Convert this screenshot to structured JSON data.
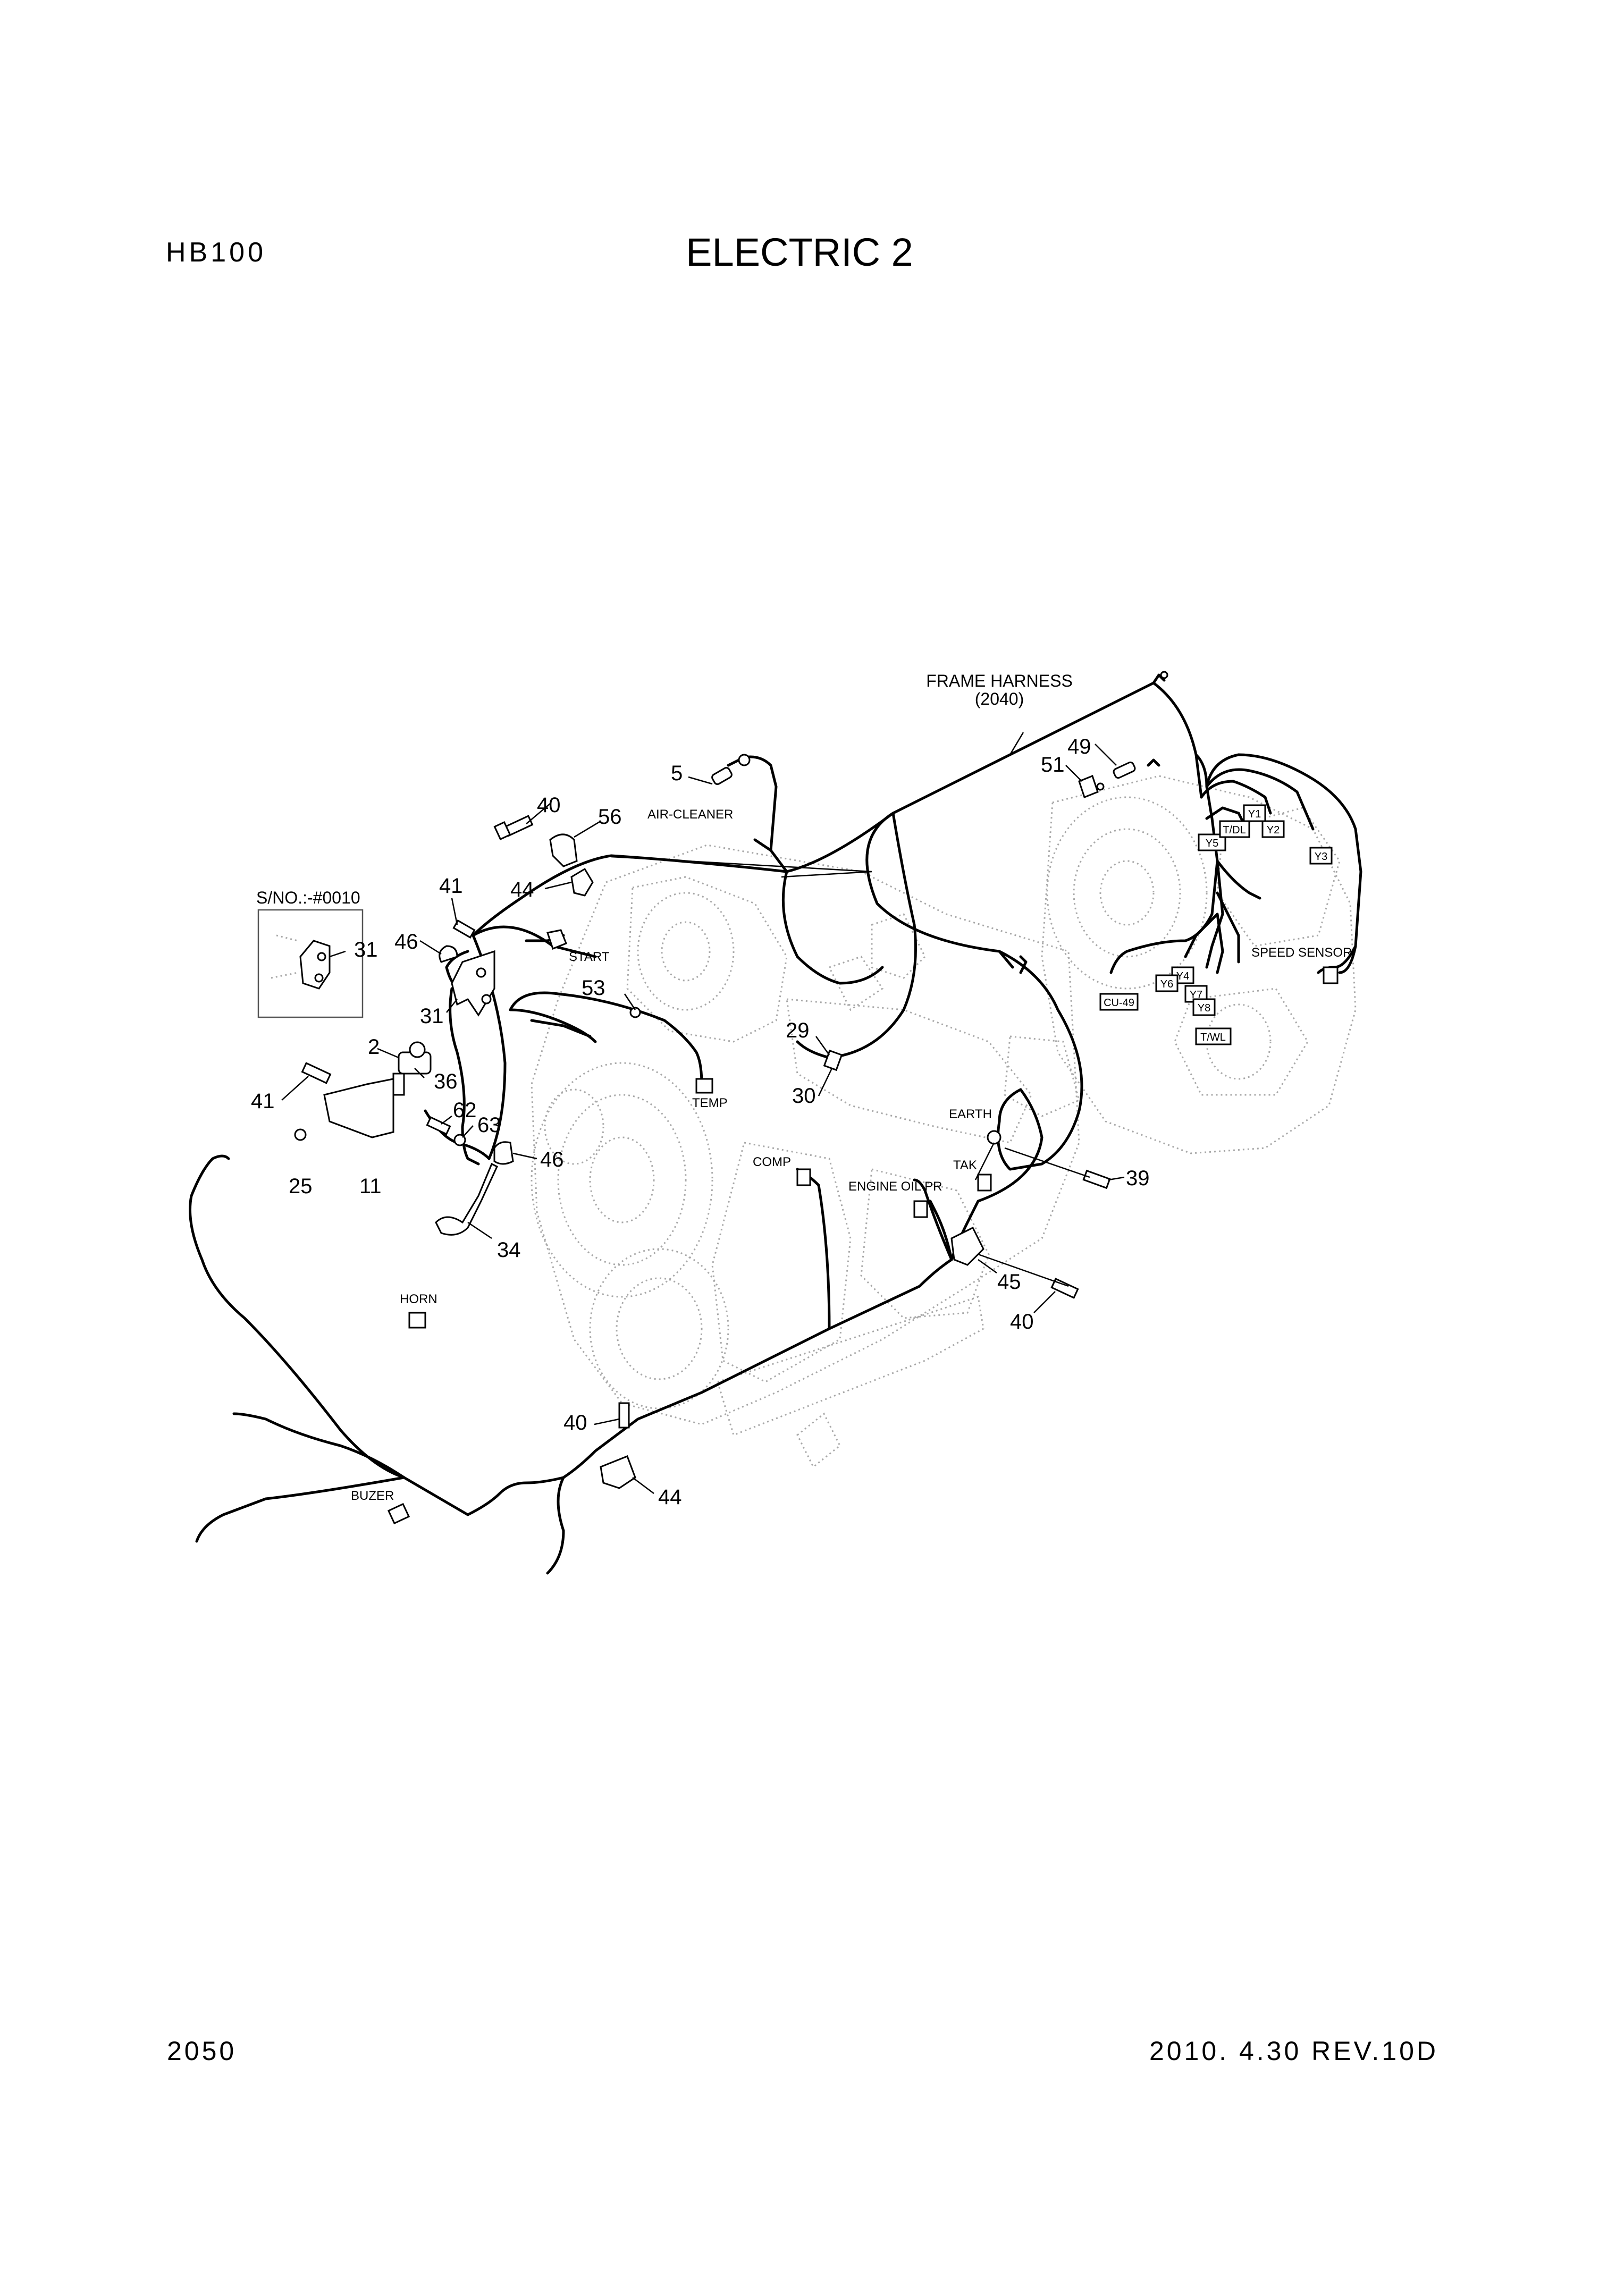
{
  "header": {
    "model": "HB100",
    "title": "ELECTRIC 2"
  },
  "footer": {
    "page": "2050",
    "revision": "2010. 4.30  REV.10D"
  },
  "inset": {
    "serial": "S/NO.:-#0010"
  },
  "labels": {
    "frame_harness": "FRAME HARNESS",
    "frame_harness_ref": "(2040)",
    "air_cleaner": "AIR-CLEANER",
    "start": "START",
    "temp": "TEMP",
    "comp": "COMP",
    "earth": "EARTH",
    "tak": "TAK",
    "engine_oil_pr": "ENGINE OIL PR",
    "speed_sensor": "SPEED SENSOR",
    "horn": "HORN",
    "buzer": "BUZER"
  },
  "connector_tags": [
    "Y5",
    "T/DL",
    "Y1",
    "Y2",
    "Y3",
    "Y4",
    "Y6",
    "Y7",
    "Y8",
    "CU-49",
    "T/WL"
  ],
  "callouts": {
    "c5": "5",
    "c40a": "40",
    "c56": "56",
    "c44a": "44",
    "c41a": "41",
    "c46a": "46",
    "c31inset": "31",
    "c31": "31",
    "c53": "53",
    "c2": "2",
    "c36": "36",
    "c41b": "41",
    "c62": "62",
    "c63": "63",
    "c46b": "46",
    "c25": "25",
    "c11": "11",
    "c34": "34",
    "c29": "29",
    "c30": "30",
    "c49": "49",
    "c51": "51",
    "c39": "39",
    "c45": "45",
    "c40b": "40",
    "c40c": "40",
    "c44b": "44"
  }
}
